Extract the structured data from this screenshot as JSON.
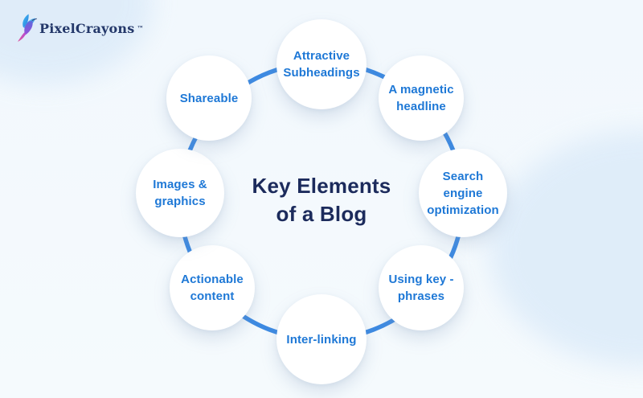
{
  "brand": {
    "name": "PixelCrayons",
    "trademark": "™",
    "logo_icon": "hummingbird-icon"
  },
  "diagram": {
    "title": "Key Elements\nof a Blog",
    "nodes": [
      {
        "label": "Attractive Subheadings",
        "position": "top"
      },
      {
        "label": "A magnetic headline",
        "position": "top-right"
      },
      {
        "label": "Search engine optimization",
        "position": "right"
      },
      {
        "label": "Using key - phrases",
        "position": "bottom-right"
      },
      {
        "label": "Inter-linking",
        "position": "bottom"
      },
      {
        "label": "Actionable content",
        "position": "bottom-left"
      },
      {
        "label": "Images & graphics",
        "position": "left"
      },
      {
        "label": "Shareable",
        "position": "top-left"
      }
    ],
    "colors": {
      "node_text": "#1e78d6",
      "connector": "#3d8ae2",
      "title": "#1c2b5c",
      "background": "#f3f9fd",
      "blob": "#dcebf9",
      "node_fill": "#ffffff"
    }
  }
}
